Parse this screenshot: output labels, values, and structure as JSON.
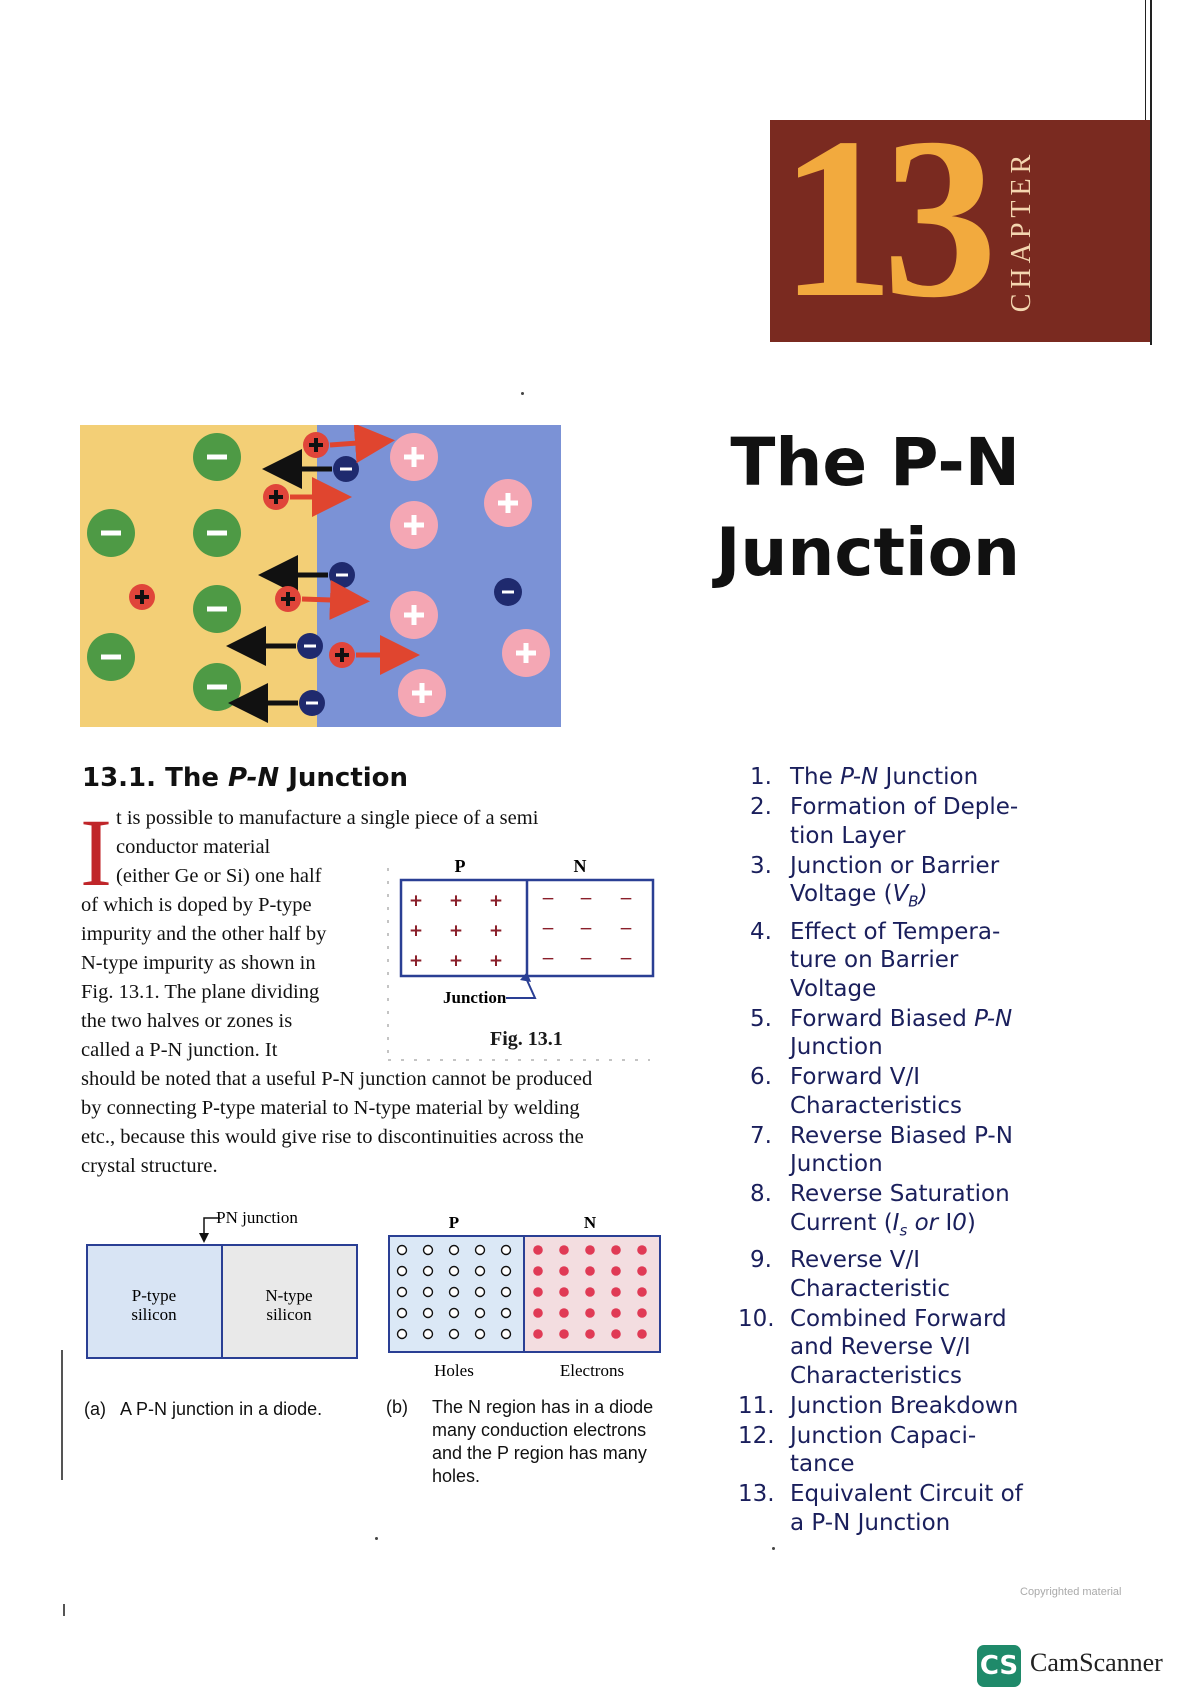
{
  "chapter": {
    "number": "13",
    "word": "CHAPTER",
    "box_color": "#7a2a20",
    "number_color": "#f2aa3e"
  },
  "title": {
    "line1": "The P-N",
    "line2": "Junction"
  },
  "section": {
    "number": "13.1.",
    "heading_pre": "The ",
    "heading_italic": "P-N",
    "heading_post": " Junction"
  },
  "body": {
    "drop_cap": "I",
    "lines": [
      "t is possible to manufacture a single piece of a semi",
      "conductor material",
      "(either Ge or Si) one half",
      "of which is doped by P-type",
      "impurity and the other half by",
      "N-type impurity as shown in",
      "Fig. 13.1. The plane dividing",
      "the two halves or zones is",
      "called a P-N junction. It",
      "should be noted that a useful P-N junction cannot be produced",
      "by connecting P-type material to N-type material by welding",
      "etc., because this would give rise to discontinuities across the",
      "crystal structure."
    ]
  },
  "fig131": {
    "label_p": "P",
    "label_n": "N",
    "plus": "+",
    "minus": "−",
    "junction_label": "Junction",
    "caption": "Fig. 13.1"
  },
  "figa": {
    "pn_junction_label": "PN junction",
    "left_line1": "P-type",
    "left_line2": "silicon",
    "right_line1": "N-type",
    "right_line2": "silicon",
    "caption_tag": "(a)",
    "caption": "A P-N junction in a diode."
  },
  "figb": {
    "label_p": "P",
    "label_n": "N",
    "holes_label": "Holes",
    "electrons_label": "Electrons",
    "caption_tag": "(b)",
    "caption_lines": [
      "The N region has in a diode",
      "many conduction electrons",
      "and the P region has many",
      "holes."
    ]
  },
  "toc": [
    {
      "num": "1.",
      "lines": [
        "The |P-N| Junction"
      ]
    },
    {
      "num": "2.",
      "lines": [
        "Formation of Deple-",
        "tion Layer"
      ]
    },
    {
      "num": "3.",
      "lines": [
        "Junction or Barrier",
        "Voltage (|V|B|)"
      ]
    },
    {
      "num": "4.",
      "lines": [
        "Effect of Tempera-",
        "ture on Barrier",
        "Voltage"
      ]
    },
    {
      "num": "5.",
      "lines": [
        "Forward Biased |P-N|",
        "Junction"
      ]
    },
    {
      "num": "6.",
      "lines": [
        "Forward V/I",
        "Characteristics"
      ]
    },
    {
      "num": "7.",
      "lines": [
        "Reverse Biased P-N",
        "Junction"
      ]
    },
    {
      "num": "8.",
      "lines": [
        "Reverse Saturation",
        "Current (|I|s| or |I|0|)"
      ]
    },
    {
      "num": "9.",
      "lines": [
        "Reverse V/I",
        "Characteristic"
      ]
    },
    {
      "num": "10.",
      "lines": [
        "Combined Forward",
        "and Reverse V/I",
        "Characteristics"
      ]
    },
    {
      "num": "11.",
      "lines": [
        "Junction Breakdown"
      ]
    },
    {
      "num": "12.",
      "lines": [
        "Junction Capaci-",
        "tance"
      ]
    },
    {
      "num": "13.",
      "lines": [
        "Equivalent Circuit of",
        "a P-N Junction"
      ]
    }
  ],
  "toc_color": "#1a1f5c",
  "footer": {
    "copyright": "Copyrighted material",
    "logo_text": "CS",
    "app_name": "CamScanner"
  }
}
